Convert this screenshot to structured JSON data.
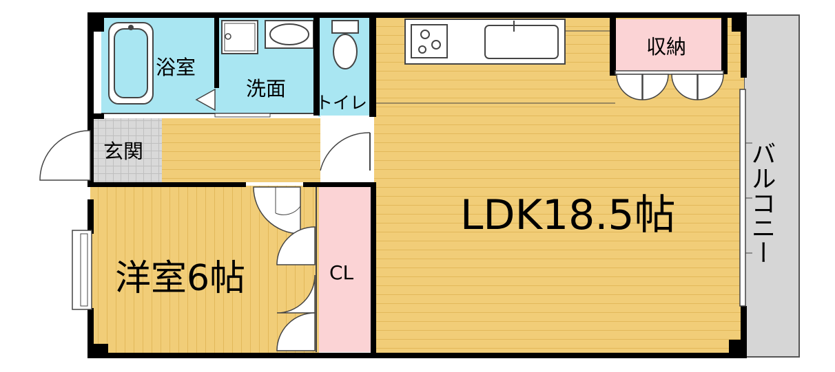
{
  "rooms": {
    "bath": "浴室",
    "washroom": "洗面",
    "toilet": "トイレ",
    "entrance": "玄関",
    "storage": "収納",
    "ldk": "LDK18.5帖",
    "western": "洋室6帖",
    "closet": "CL",
    "balcony": "バルコニー"
  },
  "colors": {
    "wall": "#000000",
    "wood": "#f1cd78",
    "wood_line": "#e2b85a",
    "wet": "#a9e6f2",
    "pink": "#fbd3d5",
    "balcony": "#d6d6d6",
    "entrance_tile": "#d9d9d9"
  }
}
